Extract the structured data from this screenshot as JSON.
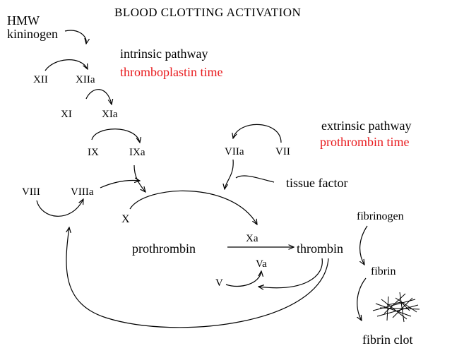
{
  "title": "BLOOD CLOTTING ACTIVATION",
  "colors": {
    "text": "#000000",
    "pathway_test": "#e8191c",
    "background": "#ffffff"
  },
  "intrinsic": {
    "pathway_label": "intrinsic pathway",
    "test_label": "thromboplastin time"
  },
  "extrinsic": {
    "pathway_label": "extrinsic pathway",
    "test_label": "prothrombin time"
  },
  "factors": {
    "hmw_line1": "HMW",
    "hmw_line2": "kininogen",
    "xii": "XII",
    "xiia": "XIIa",
    "xi": "XI",
    "xia": "XIa",
    "ix": "IX",
    "ixa": "IXa",
    "viii": "VIII",
    "viiia": "VIIIa",
    "viia": "VIIa",
    "vii": "VII",
    "tissue_factor": "tissue factor",
    "x": "X",
    "xa": "Xa",
    "v": "V",
    "va": "Va",
    "prothrombin": "prothrombin",
    "thrombin": "thrombin",
    "fibrinogen": "fibrinogen",
    "fibrin": "fibrin",
    "fibrin_clot": "fibrin clot"
  }
}
